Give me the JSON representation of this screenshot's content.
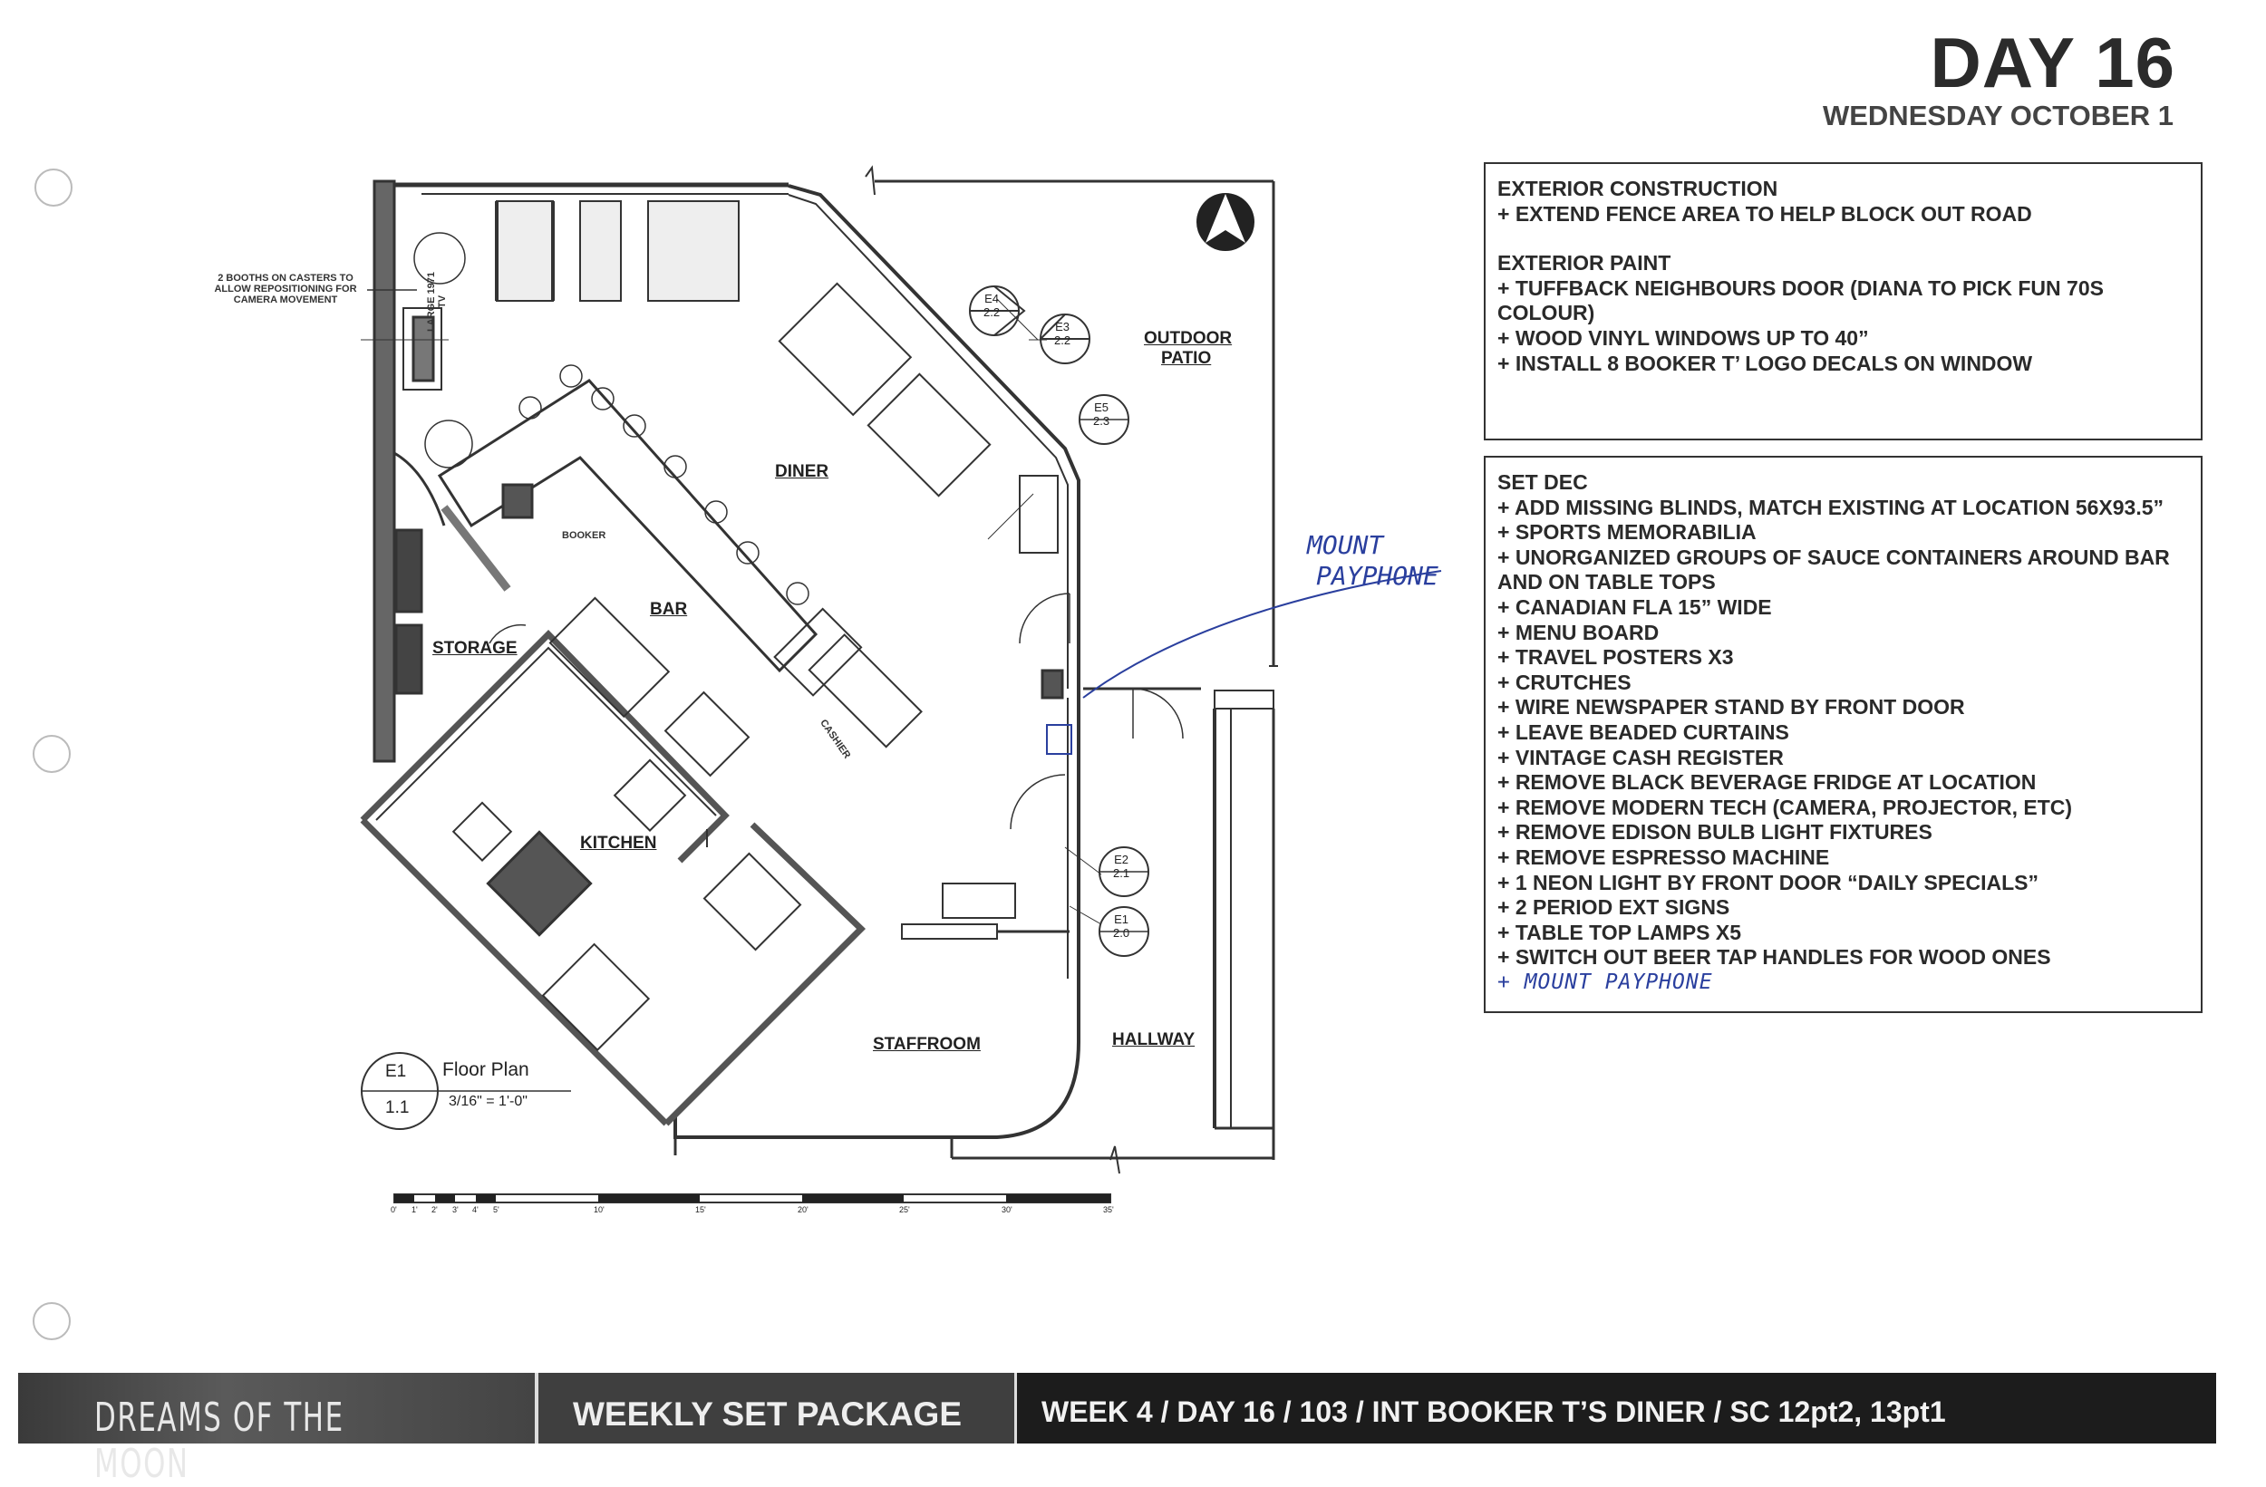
{
  "header": {
    "day": "DAY 16",
    "date": "WEDNESDAY OCTOBER 1"
  },
  "exterior": {
    "construction_heading": "EXTERIOR CONSTRUCTION",
    "construction_items": [
      "+ EXTEND FENCE AREA TO HELP BLOCK OUT ROAD"
    ],
    "paint_heading": "EXTERIOR PAINT",
    "paint_items": [
      "+ TUFFBACK NEIGHBOURS DOOR (DIANA TO PICK FUN 70S",
      "COLOUR)",
      "+ WOOD VINYL WINDOWS UP TO 40”",
      "+ INSTALL 8 BOOKER T’ LOGO DECALS ON WINDOW"
    ]
  },
  "set_dec": {
    "heading": "SET DEC",
    "items": [
      "+ ADD MISSING BLINDS, MATCH EXISTING AT LOCATION 56X93.5”",
      "+ SPORTS MEMORABILIA",
      "+ UNORGANIZED GROUPS OF SAUCE CONTAINERS AROUND BAR",
      "AND ON TABLE TOPS",
      "+ CANADIAN FLA 15” WIDE",
      "+ MENU BOARD",
      "+ TRAVEL POSTERS X3",
      "+ CRUTCHES",
      "+ WIRE NEWSPAPER STAND BY FRONT DOOR",
      "+ LEAVE BEADED CURTAINS",
      "+ VINTAGE CASH REGISTER",
      "+ REMOVE BLACK BEVERAGE FRIDGE AT LOCATION",
      "+ REMOVE MODERN TECH (CAMERA, PROJECTOR, ETC)",
      "+ REMOVE EDISON BULB LIGHT FIXTURES",
      "+ REMOVE ESPRESSO MACHINE",
      "+ 1 NEON LIGHT BY FRONT DOOR “DAILY SPECIALS”",
      "+ 2 PERIOD EXT SIGNS",
      "+ TABLE TOP LAMPS X5",
      "+ SWITCH OUT BEER TAP HANDLES FOR WOOD ONES"
    ],
    "handwritten_item": "+ MOUNT PAYPHONE"
  },
  "plan": {
    "rooms": {
      "diner": "DINER",
      "bar": "BAR",
      "storage": "STORAGE",
      "kitchen": "KITCHEN",
      "staffroom": "STAFFROOM",
      "hallway": "HALLWAY",
      "outdoor_patio_1": "OUTDOOR",
      "outdoor_patio_2": "PATIO"
    },
    "labels": {
      "booths_note_1": "2 BOOTHS ON CASTERS TO",
      "booths_note_2": "ALLOW REPOSITIONING FOR",
      "booths_note_3": "CAMERA MOVEMENT",
      "tv_1": "LARGE 1971",
      "tv_2": "TV",
      "booker": "BOOKER",
      "cashier": "CASHIER"
    },
    "elevation_tags": [
      {
        "id": "E4",
        "num": "2.2"
      },
      {
        "id": "E3",
        "num": "2.2"
      },
      {
        "id": "E5",
        "num": "2.3"
      },
      {
        "id": "E2",
        "num": "2.1"
      },
      {
        "id": "E1",
        "num": "2.0"
      }
    ],
    "floor_plan_tag": {
      "id": "E1",
      "num": "1.1",
      "title": "Floor Plan",
      "scale": "3/16\" = 1'-0\""
    },
    "scale_bar_ticks": [
      "0'",
      "1'",
      "2'",
      "3'",
      "4'",
      "5'",
      "10'",
      "15'",
      "20'",
      "25'",
      "30'",
      "35'"
    ],
    "handwritten_note_1": "MOUNT",
    "handwritten_note_2": "PAYPHONE"
  },
  "footer": {
    "brand": "DREAMS OF THE MOON",
    "package": "WEEKLY SET PACKAGE",
    "details": "WEEK 4 / DAY 16 / 103 / INT BOOKER T’S DINER / SC 12pt2, 13pt1"
  }
}
